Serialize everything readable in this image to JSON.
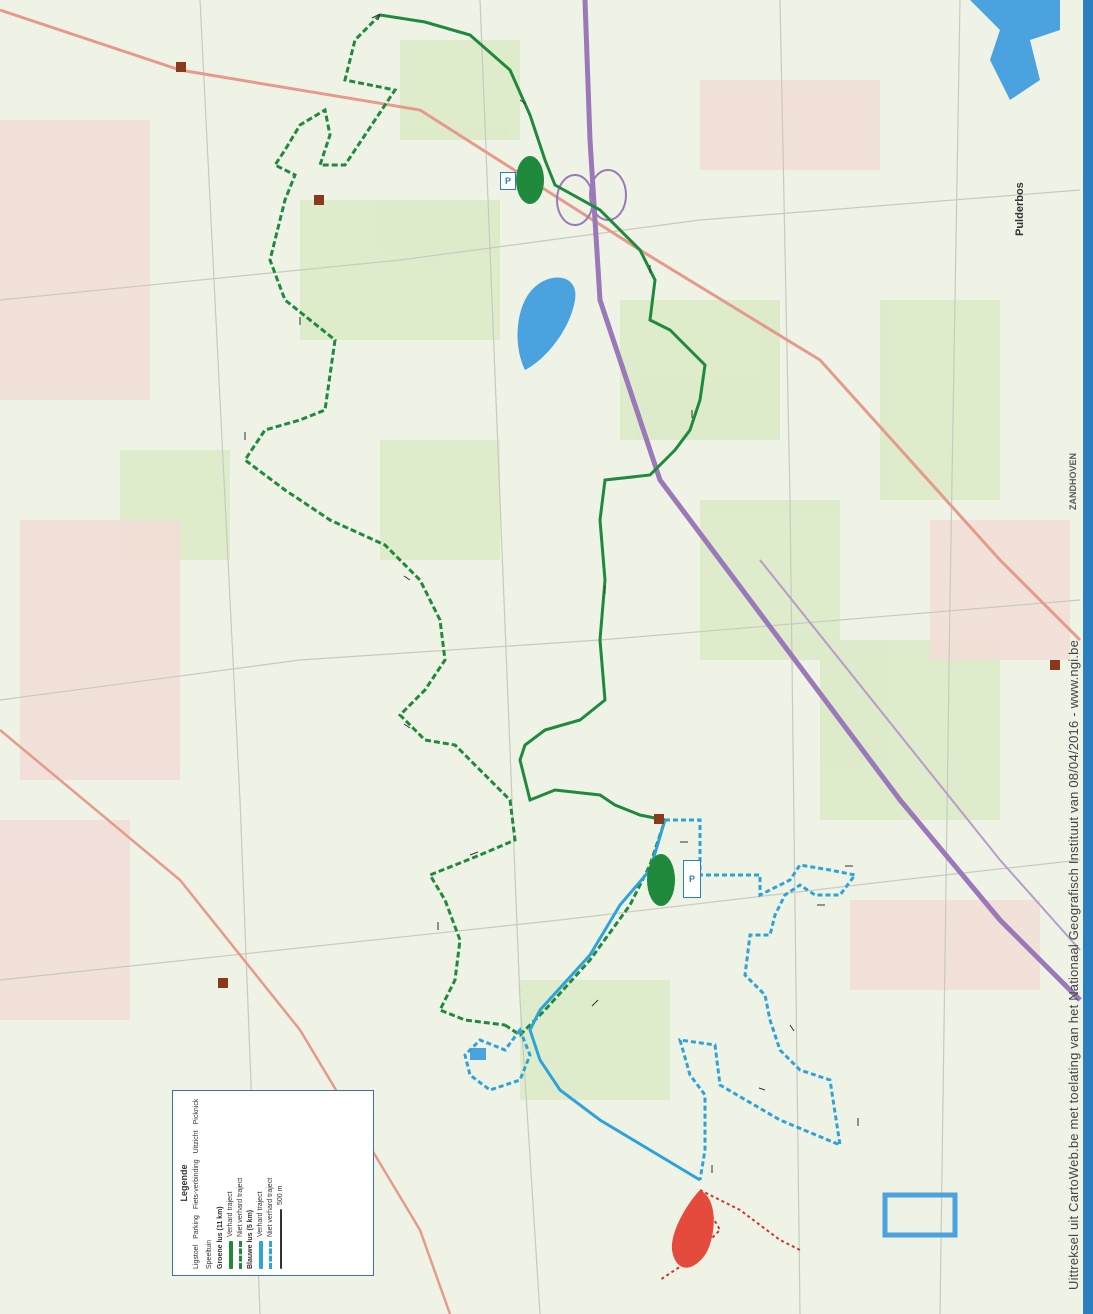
{
  "credit": "Uittreksel uit CartoWeb.be met toelating van het Nationaal Geografisch Instituut van 08/04/2016 - www.ngi.be",
  "places": {
    "zandhoven": "ZANDHOVEN",
    "pulderbos": "Pulderbos"
  },
  "legend": {
    "title": "Legende",
    "icons": [
      "Ligstoel",
      "Parking",
      "Fiets-verbinding",
      "Uitzicht",
      "Picknick",
      "Speeltuin"
    ],
    "green_route": "Groene lus (11 km)",
    "green_paved": "Verhard traject",
    "green_unpaved": "Niet verhard traject",
    "blue_route": "Blauwe lus (5 km)",
    "blue_paved": "Verhard traject",
    "blue_unpaved": "Niet verhard traject",
    "scale_label": "500 m"
  },
  "colors": {
    "green": "#1f8a3c",
    "blue": "#2ea3da",
    "red": "#d3322b",
    "purple": "#9b78b8",
    "water": "#4aa3df"
  }
}
